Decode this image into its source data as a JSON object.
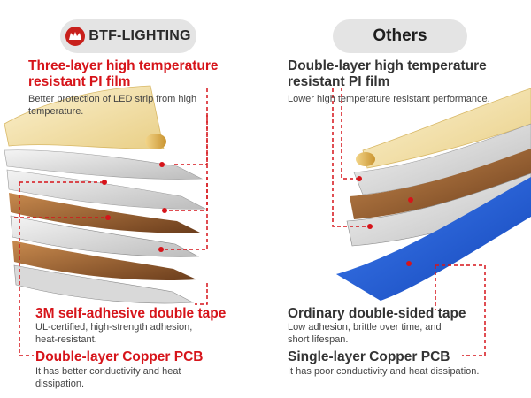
{
  "left": {
    "brand": "BTF-LIGHTING",
    "f1_title_1": "Three-layer high temperature",
    "f1_title_2": "resistant PI film",
    "f1_desc_1": "Better protection of LED strip from high",
    "f1_desc_2": "temperature.",
    "f2_title": "3M self-adhesive double tape",
    "f2_desc_1": "UL-certified, high-strength adhesion,",
    "f2_desc_2": "heat-resistant.",
    "f3_title": "Double-layer Copper PCB",
    "f3_desc_1": "It has better conductivity and heat",
    "f3_desc_2": "dissipation."
  },
  "right": {
    "label": "Others",
    "f1_title_1": "Double-layer high temperature",
    "f1_title_2": "resistant PI film",
    "f1_desc": "Lower high temperature resistant performance.",
    "f2_title": "Ordinary double-sided tape",
    "f2_desc_1": "Low adhesion, brittle over time, and",
    "f2_desc_2": "short lifespan.",
    "f3_title": "Single-layer Copper PCB",
    "f3_desc": "It has poor conductivity and heat dissipation."
  },
  "colors": {
    "accent_red": "#d6141a",
    "pcb_blue": "#1f5fd4",
    "pill_grey": "#e4e4e4"
  },
  "icons": {
    "brand_logo": "btf-crown-logo-icon"
  }
}
